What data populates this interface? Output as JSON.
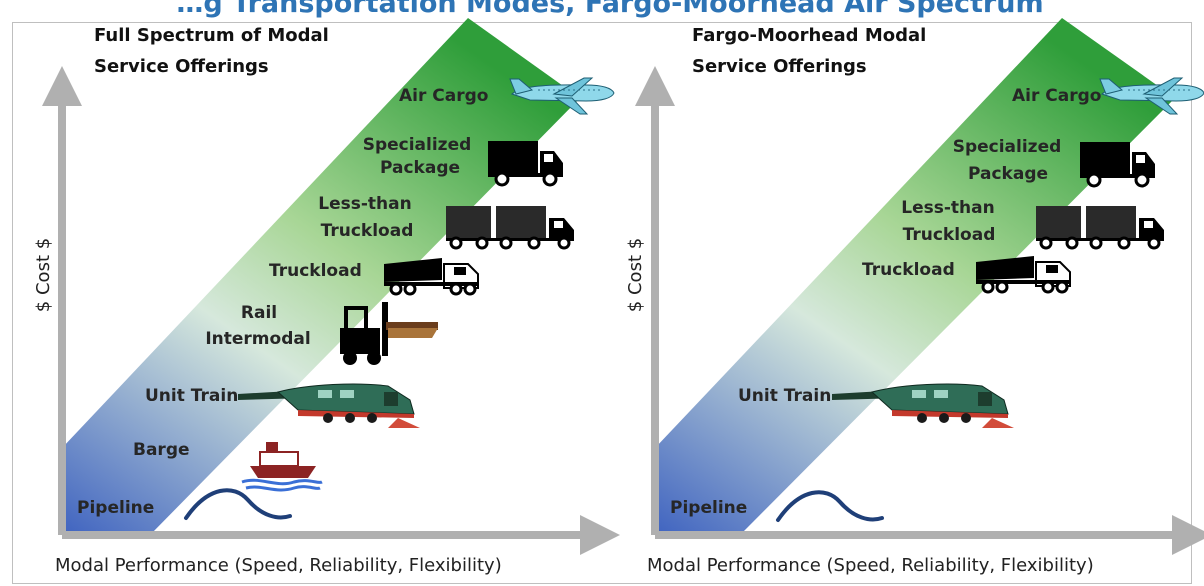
{
  "header": {
    "title": "…g Transportation Modes, Fargo-Moorhead Air Spectrum"
  },
  "colors": {
    "header_blue": "#2e74b5",
    "band_top_green": "#2f9e3a",
    "band_mid_green": "#a9d79a",
    "band_bottom_blue": "#4a70c4",
    "axis_gray": "#b0b0b0"
  },
  "panels": [
    {
      "title_line1": "Full Spectrum of Modal",
      "title_line2": "Service Offerings",
      "y_axis_label": "$ Cost $",
      "x_axis_label": "Modal Performance (Speed, Reliability, Flexibility)",
      "modes": {
        "air_cargo": "Air Cargo",
        "specialized_package_1": "Specialized",
        "specialized_package_2": "Package",
        "ltl_1": "Less-than",
        "ltl_2": "Truckload",
        "truckload": "Truckload",
        "rail_intermodal_1": "Rail",
        "rail_intermodal_2": "Intermodal",
        "unit_train": "Unit Train",
        "barge": "Barge",
        "pipeline": "Pipeline"
      },
      "icons": [
        "airplane-icon",
        "box-truck-icon",
        "double-trailer-truck-icon",
        "semi-truck-icon",
        "forklift-icon",
        "locomotive-icon",
        "boat-icon",
        "pipeline-icon"
      ]
    },
    {
      "title_line1": "Fargo-Moorhead Modal",
      "title_line2": "Service Offerings",
      "y_axis_label": "$ Cost $",
      "x_axis_label": "Modal Performance (Speed, Reliability, Flexibility)",
      "modes": {
        "air_cargo": "Air Cargo",
        "specialized_package_1": "Specialized",
        "specialized_package_2": "Package",
        "ltl_1": "Less-than",
        "ltl_2": "Truckload",
        "truckload": "Truckload",
        "unit_train": "Unit Train",
        "pipeline": "Pipeline"
      },
      "icons": [
        "airplane-icon",
        "box-truck-icon",
        "double-trailer-truck-icon",
        "semi-truck-icon",
        "locomotive-icon",
        "pipeline-icon"
      ]
    }
  ]
}
